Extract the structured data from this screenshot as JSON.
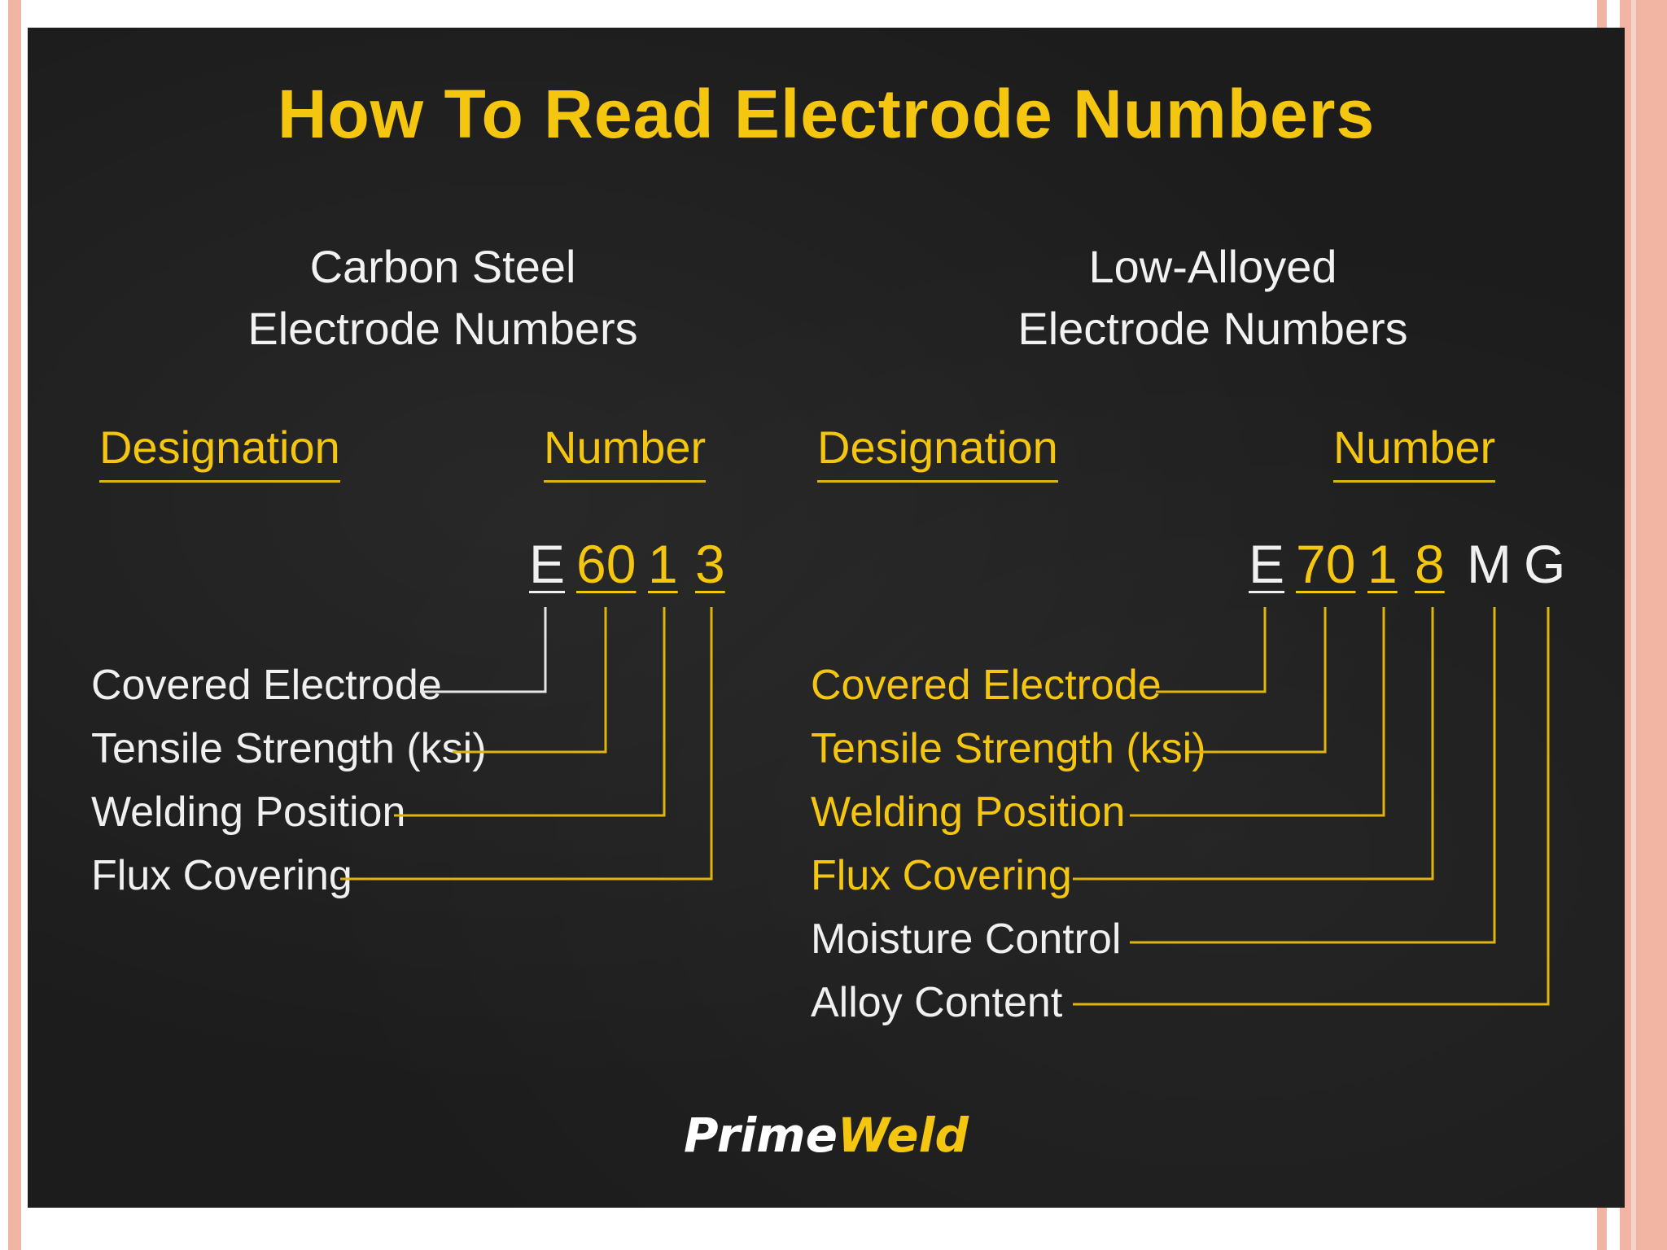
{
  "title": "How To Read Electrode Numbers",
  "colors": {
    "accent_yellow": "#f5c60f",
    "text_white": "#f0f0f0",
    "background": "#1c1c1c",
    "slide_border": "#f2b5a3"
  },
  "carbon_steel": {
    "heading_line1": "Carbon Steel",
    "heading_line2": "Electrode Numbers",
    "designation_label": "Designation",
    "number_label": "Number",
    "code_parts": [
      "E",
      "60",
      "1",
      "3"
    ],
    "labels": [
      "Covered Electrode",
      "Tensile Strength (ksi)",
      "Welding Position",
      "Flux Covering"
    ]
  },
  "low_alloyed": {
    "heading_line1": "Low-Alloyed",
    "heading_line2": "Electrode Numbers",
    "designation_label": "Designation",
    "number_label": "Number",
    "code_parts": [
      "E",
      "70",
      "1",
      "8",
      "M",
      "G"
    ],
    "labels": [
      "Covered Electrode",
      "Tensile Strength (ksi)",
      "Welding Position",
      "Flux Covering",
      "Moisture Control",
      "Alloy Content"
    ]
  },
  "logo": {
    "part1": "Prime",
    "part2": "Weld"
  }
}
